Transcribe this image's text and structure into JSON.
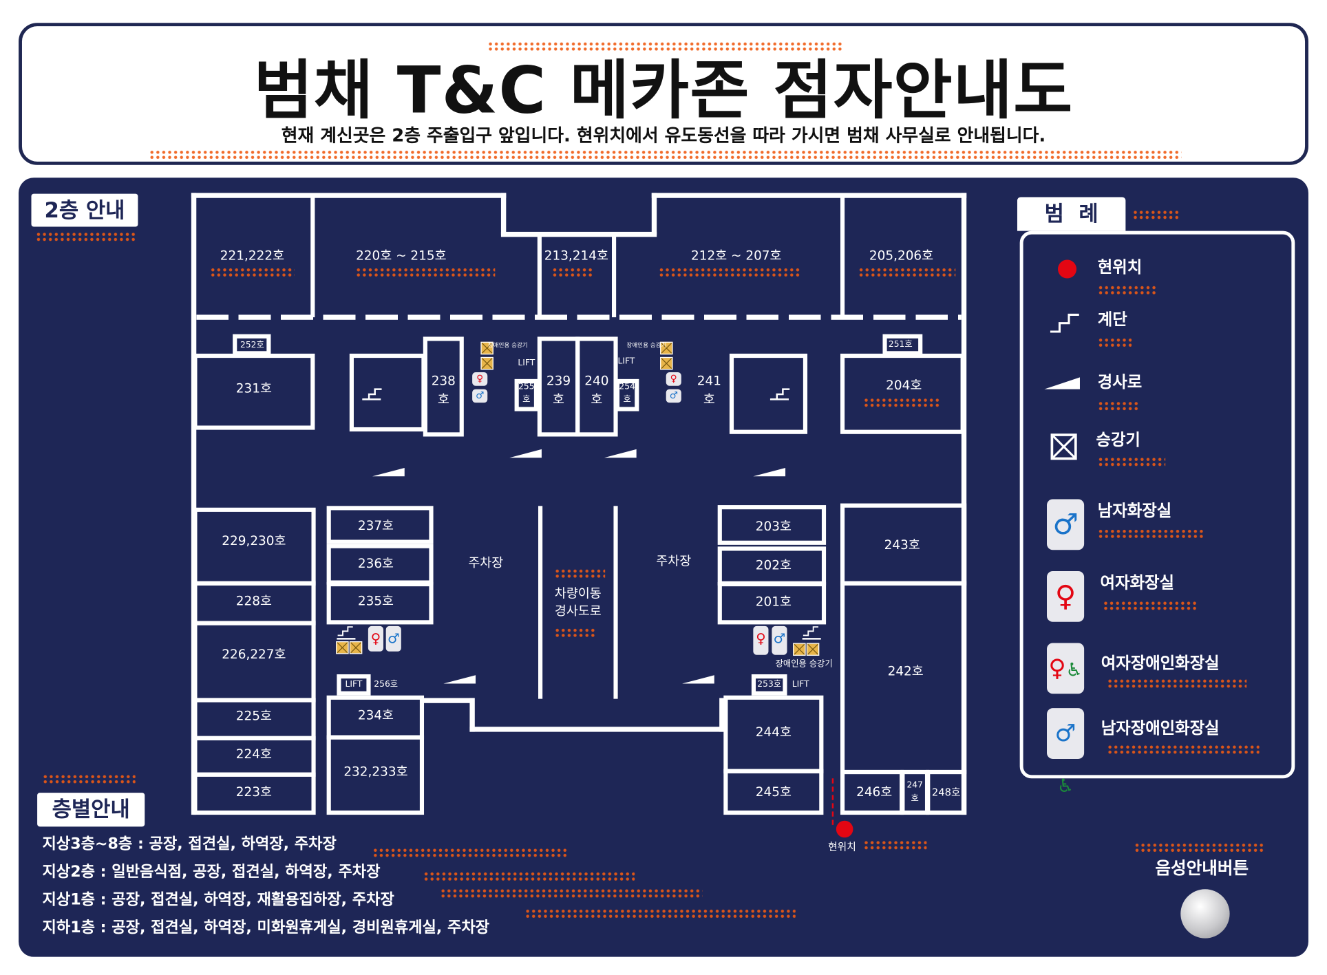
{
  "header": {
    "title": "범채 T&C 메카존 점자안내도",
    "subtitle": "현재 계신곳은 2층 주출입구 앞입니다. 현위치에서 유도동선을 따라 가시면 범채 사무실로 안내됩니다."
  },
  "floor_tag": "2층 안내",
  "rooms": {
    "r221": "221,222호",
    "r220": "220호 ~ 215호",
    "r213": "213,214호",
    "r212": "212호 ~ 207호",
    "r205": "205,206호",
    "r252": "252호",
    "r231": "231호",
    "r238": [
      "238",
      "호"
    ],
    "r255": [
      "255",
      "호"
    ],
    "r239": [
      "239",
      "호"
    ],
    "r240": [
      "240",
      "호"
    ],
    "r254": [
      "254",
      "호"
    ],
    "r241": [
      "241",
      "호"
    ],
    "r204": "204호",
    "r251": "251호",
    "lift": "LIFT",
    "accessible_elevator": "장애인용 승강기",
    "r229": "229,230호",
    "r228": "228호",
    "r226": "226,227호",
    "r225": "225호",
    "r224": "224호",
    "r223": "223호",
    "r237": "237호",
    "r236": "236호",
    "r235": "235호",
    "r256": "256호",
    "r234": "234호",
    "r232": "232,233호",
    "parking": "주차장",
    "ramp_road": [
      "차량이동",
      "경사도로"
    ],
    "r203": "203호",
    "r202": "202호",
    "r201": "201호",
    "r253": "253호",
    "r244": "244호",
    "r245": "245호",
    "r243": "243호",
    "r242": "242호",
    "r246": "246호",
    "r247": [
      "247",
      "호"
    ],
    "r248": "248호",
    "current": "현위치"
  },
  "legend": {
    "title": "범  례",
    "items": [
      {
        "icon": "current-location-dot",
        "label": "현위치"
      },
      {
        "icon": "stairs-icon",
        "label": "계단"
      },
      {
        "icon": "ramp-icon",
        "label": "경사로"
      },
      {
        "icon": "elevator-icon",
        "label": "승강기"
      },
      {
        "icon": "mens-restroom-icon",
        "label": "남자화장실"
      },
      {
        "icon": "womens-restroom-icon",
        "label": "여자화장실"
      },
      {
        "icon": "womens-accessible-restroom-icon",
        "label": "여자장애인화장실"
      },
      {
        "icon": "mens-accessible-restroom-icon",
        "label": "남자장애인화장실"
      }
    ]
  },
  "floors": {
    "title": "층별안내",
    "lines": [
      "지상3층~8층 : 공장, 접견실, 하역장, 주차장",
      "지상2층 : 일반음식점, 공장, 접견실, 하역장, 주차장",
      "지상1층 : 공장, 접견실, 하역장, 재활용집하장, 주차장",
      "지하1층 : 공장, 접견실, 하역장, 미화원휴게실, 경비원휴게실, 주차장"
    ]
  },
  "audio": {
    "label": "음성안내버튼"
  },
  "colors": {
    "navy": "#1e2656",
    "braille": "#ef5a12",
    "current": "#e30613"
  }
}
